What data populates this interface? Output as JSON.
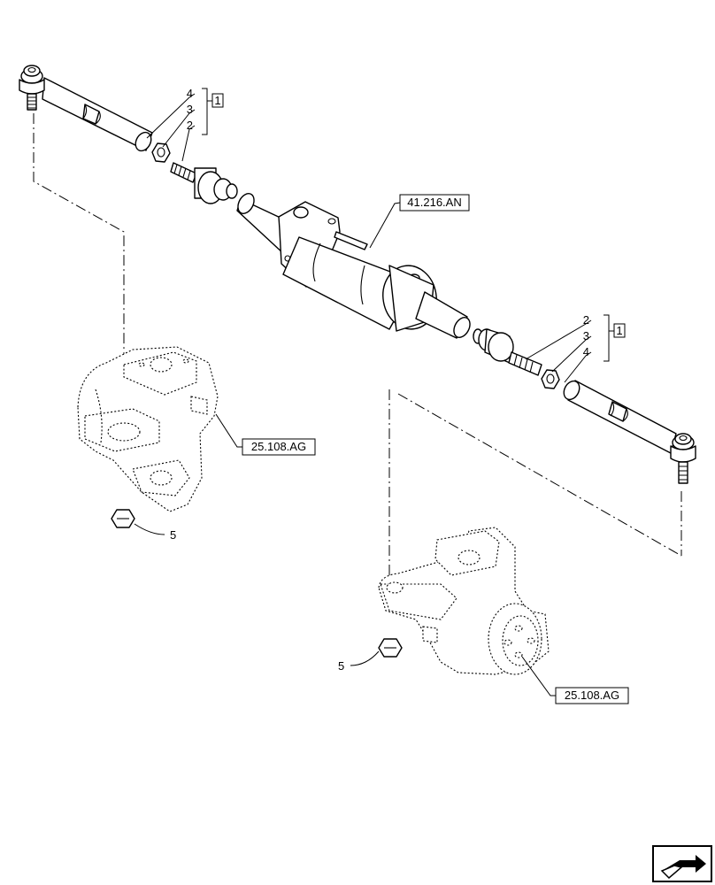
{
  "callouts": {
    "left_group": {
      "items": [
        "4",
        "3",
        "2"
      ],
      "kit": "1"
    },
    "right_group": {
      "items": [
        "2",
        "3",
        "4"
      ],
      "kit": "1"
    },
    "nut_left": "5",
    "nut_right": "5"
  },
  "references": {
    "steering_cylinder": "41.216.AN",
    "knuckle_left": "25.108.AG",
    "knuckle_right": "25.108.AG"
  },
  "nav_icon": "next-page-arrow-icon"
}
